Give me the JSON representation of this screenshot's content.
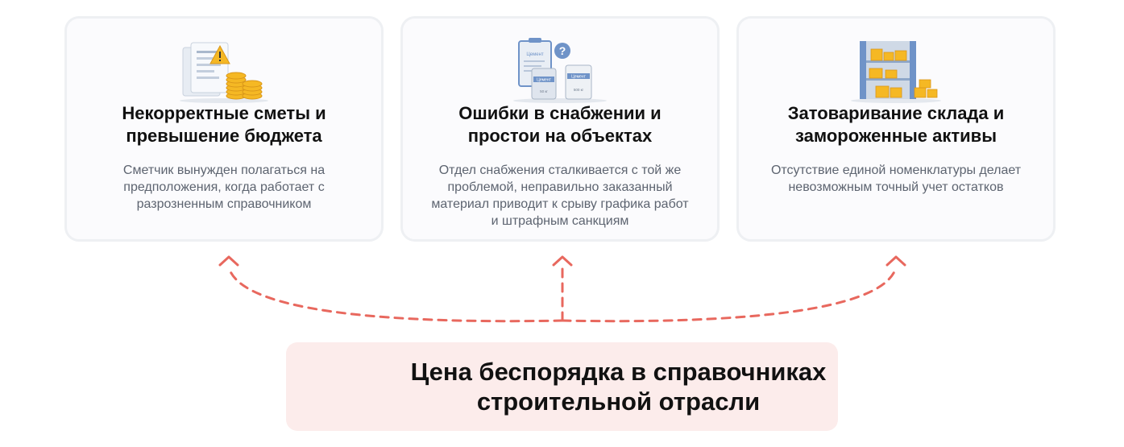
{
  "cards": [
    {
      "title": "Некорректные сметы и превышение бюджета",
      "description": "Сметчик вынужден полагаться на предположения, когда работает с разрозненным справочником"
    },
    {
      "title": "Ошибки в снабжении и простои на объектах",
      "description": "Отдел снабжения сталкивается с той же проблемой, неправильно заказанный материал приводит к срыву графика работ и штрафным санкциям",
      "illustration": {
        "bag_label_1": "Цемент",
        "bag_label_2": "Цемент",
        "bag_label_3": "Цемент",
        "bag_weight_1": "50 кг",
        "bag_weight_2": "500 кг"
      }
    },
    {
      "title": "Затоваривание склада и замороженные активы",
      "description": "Отсутствие единой номенклатуры делает невозможным точный учет остатков"
    }
  ],
  "banner": {
    "title": "Цена беспорядка в справочниках строительной отрасли"
  },
  "colors": {
    "arrow": "#e8685e",
    "banner_bg": "#fceceb",
    "coin": "#f5b824",
    "accent_blue": "#6f93c8"
  },
  "icons": [
    "documents-coins-icon",
    "cement-bags-question-icon",
    "warehouse-shelves-icon"
  ]
}
